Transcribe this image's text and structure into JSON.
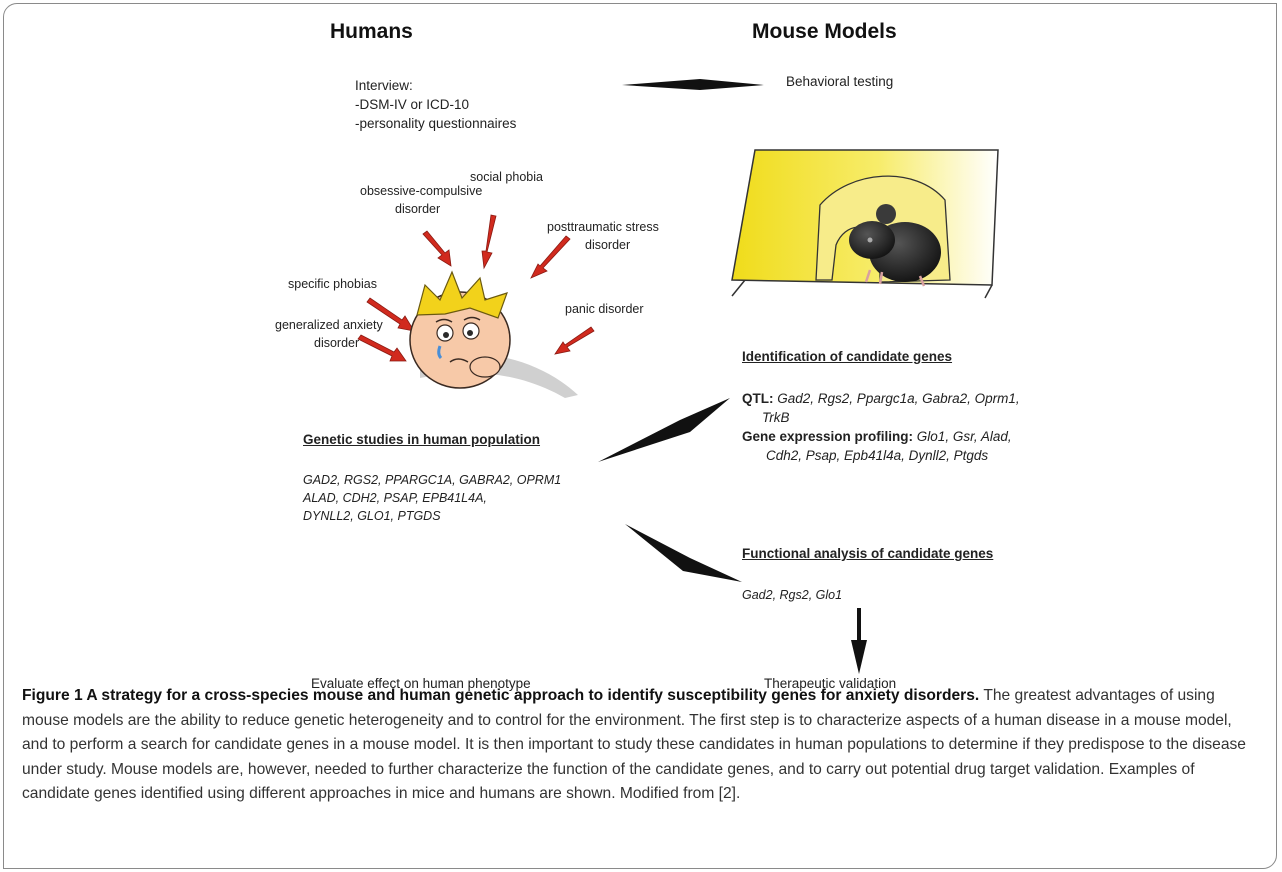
{
  "headers": {
    "humans": "Humans",
    "mice": "Mouse Models"
  },
  "interview": {
    "title": "Interview:",
    "lines": [
      "-DSM-IV or ICD-10",
      "-personality questionnaires"
    ]
  },
  "behavioral": "Behavioral testing",
  "disorders": {
    "social_phobia": "social phobia",
    "ocd_1": "obsessive-compulsive",
    "ocd_2": "disorder",
    "ptsd_1": "posttraumatic stress",
    "ptsd_2": "disorder",
    "specific": "specific phobias",
    "panic": "panic disorder",
    "gad_1": "generalized anxiety",
    "gad_2": "disorder"
  },
  "identification": {
    "title": "Identification of candidate genes",
    "qtl_label": "QTL:",
    "qtl_genes_1": "Gad2, Rgs2, Ppargc1a, Gabra2, Oprm1,",
    "qtl_genes_2": "TrkB",
    "expr_label": "Gene expression profiling:",
    "expr_genes_1": "Glo1, Gsr, Alad,",
    "expr_genes_2": "Cdh2, Psap, Epb41l4a, Dynll2, Ptgds"
  },
  "genetic": {
    "title": "Genetic studies in human population",
    "genes_1": "GAD2, RGS2, PPARGC1A, GABRA2, OPRM1",
    "genes_2": "ALAD, CDH2, PSAP, EPB41L4A,",
    "genes_3": "DYNLL2, GLO1, PTGDS"
  },
  "functional": {
    "title": "Functional analysis of candidate genes",
    "genes": "Gad2, Rgs2, Glo1"
  },
  "bottom": {
    "evaluate": "Evaluate effect on human phenotype",
    "therapeutic": "Therapeutic validation"
  },
  "caption": {
    "title": "Figure 1 A strategy for a cross-species mouse and human genetic approach to identify susceptibility genes for anxiety disorders.",
    "body": "The greatest advantages of using mouse models are the ability to reduce genetic heterogeneity and to control for the environment. The first step is to characterize aspects of a human disease in a mouse model, and to perform a search for candidate genes in a mouse model. It is then important to study these candidates in human populations to determine if they predispose to the disease under study. Mouse models are, however, needed to further characterize the function of the candidate genes, and to carry out potential drug target validation. Examples of candidate genes identified using different approaches in mice and humans are shown. Modified from [2]."
  },
  "colors": {
    "arrow_red": "#d12a1e",
    "tunnel_yellow": "#f4e22a",
    "mouse": "#1e1e1e"
  }
}
